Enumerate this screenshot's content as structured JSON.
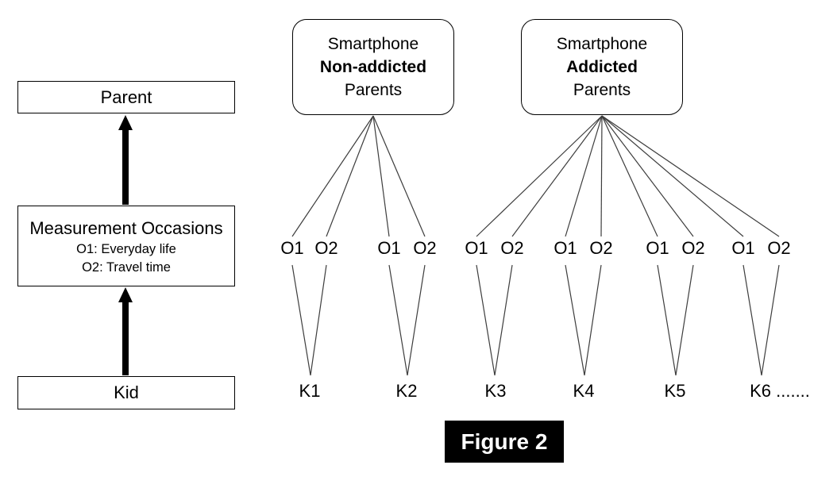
{
  "caption": "Figure 2",
  "left_panel": {
    "parent_label": "Parent",
    "measurement_title": "Measurement Occasions",
    "measurement_sub1": "O1: Everyday life",
    "measurement_sub2": "O2: Travel time",
    "kid_label": "Kid"
  },
  "groups": [
    {
      "line1": "Smartphone",
      "line2": "Non-addicted",
      "line3": "Parents"
    },
    {
      "line1": "Smartphone",
      "line2": "Addicted",
      "line3": "Parents"
    }
  ],
  "occasions": [
    "O1",
    "O2",
    "O1",
    "O2",
    "O1",
    "O2",
    "O1",
    "O2",
    "O1",
    "O2",
    "O1",
    "O2"
  ],
  "kids": [
    "K1",
    "K2",
    "K3",
    "K4",
    "K5",
    "K6 ......."
  ],
  "colors": {
    "line": "#3d3d3d",
    "border": "#000000",
    "arrow": "#000000",
    "caption_bg": "#000000",
    "caption_text": "#ffffff",
    "background": "#ffffff"
  }
}
